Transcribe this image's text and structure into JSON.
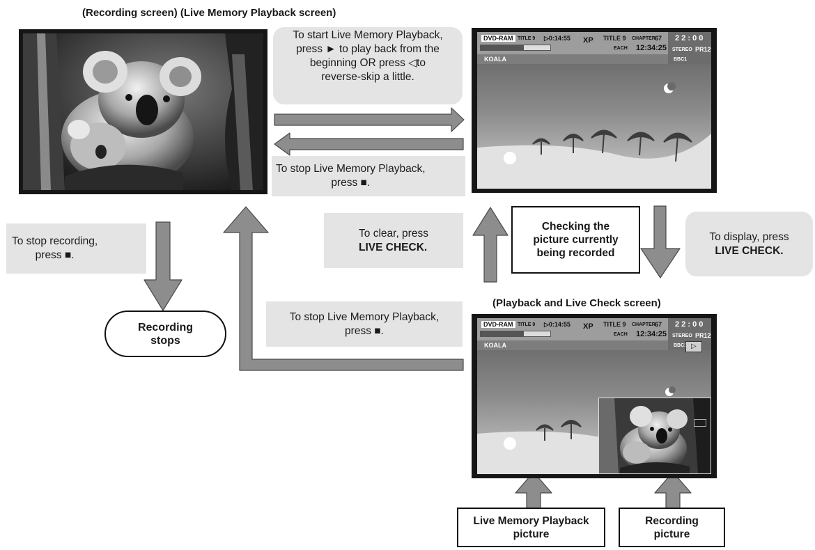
{
  "headers": {
    "recording_screen": "(Recording screen)",
    "live_memory_screen": "(Live Memory Playback screen)",
    "playback_live_check_screen": "(Playback and Live Check screen)"
  },
  "notes": {
    "start_playback": [
      "To start Live Memory Playback,",
      "press ► to play back from the",
      "beginning OR press ◁to",
      "reverse-skip a little."
    ],
    "stop_playback_top": [
      "To stop Live Memory Playback,",
      "press ■."
    ],
    "stop_recording": [
      "To stop recording,",
      "press ■."
    ],
    "clear": [
      "To clear, press",
      "LIVE CHECK."
    ],
    "display": [
      "To display, press",
      "LIVE CHECK."
    ],
    "stop_playback_bottom": [
      "To stop Live Memory Playback,",
      "press ■."
    ]
  },
  "boxes": {
    "checking": [
      "Checking the",
      "picture currently",
      "being recorded"
    ],
    "recording_stops": [
      "Recording",
      "stops"
    ],
    "live_memory_picture": [
      "Live Memory Playback",
      "picture"
    ],
    "recording_picture": [
      "Recording",
      "picture"
    ]
  },
  "osd": {
    "media": "DVD-RAM",
    "title_left": "TITLE 9",
    "elapsed": "▷0:14:55",
    "mode": "XP",
    "title_right": "TITLE 9",
    "chapter_label": "CHAPTER",
    "chapter": "67",
    "each": "EACH",
    "clock": "12:34:25",
    "time": "2 2 : 0 0",
    "stereo": "STEREO",
    "channel": "PR12",
    "program": "KOALA",
    "station": "BBC1",
    "play_icon": "▷"
  },
  "icons": {
    "arrow": "block-arrow-icon",
    "moon": "crescent-moon-icon",
    "palm": "palm-tree-icon",
    "koala": "koala-photo-icon"
  }
}
